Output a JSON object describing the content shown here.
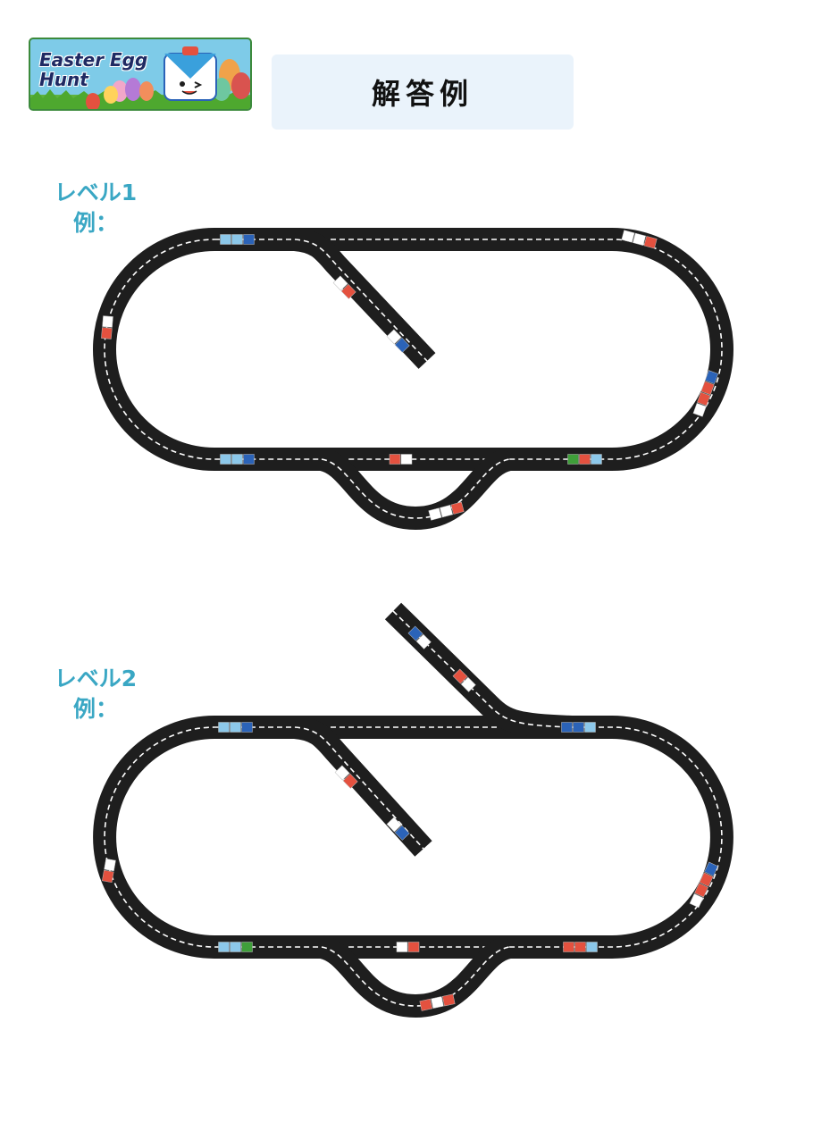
{
  "logo": {
    "line1": "Easter Egg",
    "line2": "Hunt"
  },
  "title": "解答例",
  "levels": [
    {
      "name": "レベル1",
      "sub": "例："
    },
    {
      "name": "レベル2",
      "sub": "例："
    }
  ],
  "colors": {
    "track": "#1e1e1e",
    "dash": "#ffffff",
    "label": "#3aa7c4",
    "title_bg": "#eaf3fb",
    "block_red": "#e4513f",
    "block_white": "#ffffff",
    "block_blue": "#2b63b8",
    "block_lightblue": "#8cc8ea",
    "block_green": "#3f9f3a"
  }
}
